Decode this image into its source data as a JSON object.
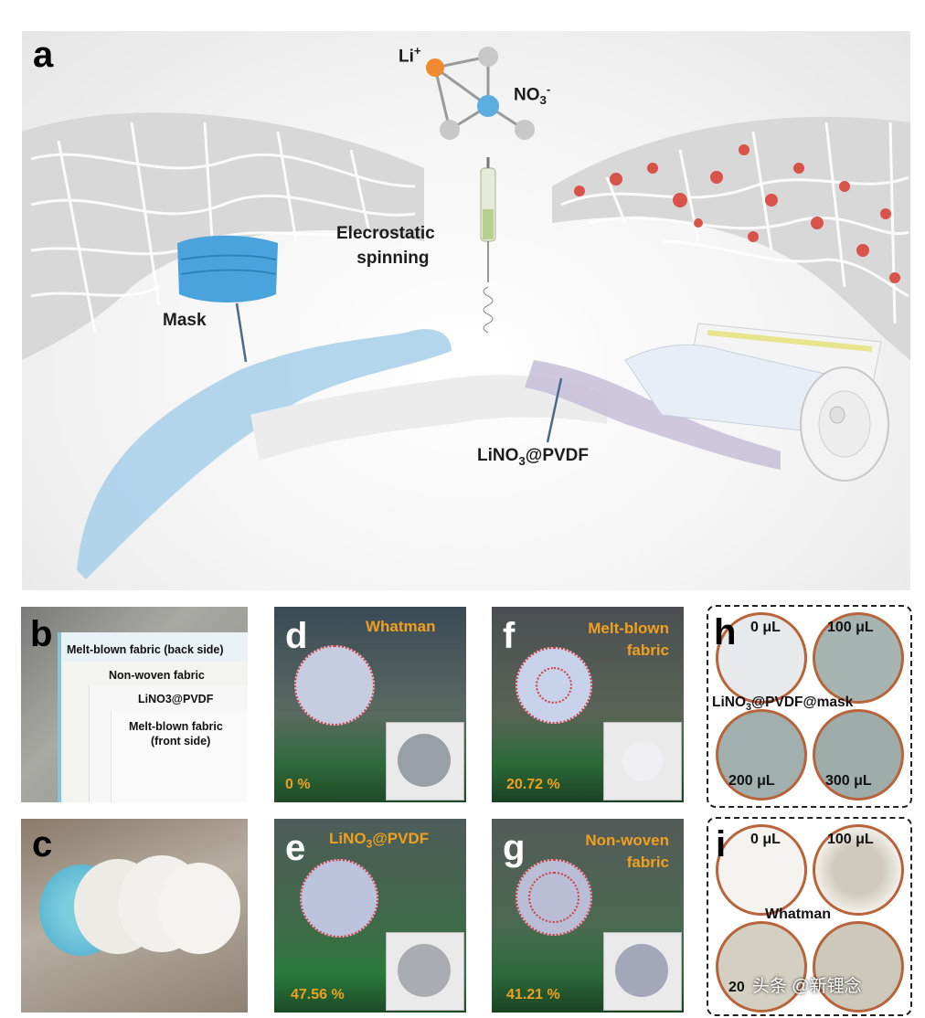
{
  "panel_a": {
    "letter": "a",
    "li_ion": "Li",
    "li_sup": "+",
    "nitrate": "NO",
    "nitrate_sub": "3",
    "nitrate_sup": "-",
    "spinning_line1": "Elecrostatic",
    "spinning_line2": "spinning",
    "mask_label": "Mask",
    "separator_label_pre": "LiNO",
    "separator_label_sub": "3",
    "separator_label_post": "@PVDF"
  },
  "panel_b": {
    "letter": "b",
    "layers": [
      "Melt-blown fabric (back side)",
      "Non-woven fabric",
      "LiNO3@PVDF",
      "Melt-blown fabric",
      "(front side)"
    ]
  },
  "panel_c": {
    "letter": "c"
  },
  "panel_d": {
    "letter": "d",
    "title": "Whatman",
    "percent": "0 %"
  },
  "panel_e": {
    "letter": "e",
    "title_pre": "LiNO",
    "title_sub": "3",
    "title_post": "@PVDF",
    "percent": "47.56 %"
  },
  "panel_f": {
    "letter": "f",
    "title_line1": "Melt-blown",
    "title_line2": "fabric",
    "percent": "20.72 %"
  },
  "panel_g": {
    "letter": "g",
    "title_line1": "Non-woven",
    "title_line2": "fabric",
    "percent": "41.21 %"
  },
  "panel_h": {
    "letter": "h",
    "label_pre": "LiNO",
    "label_sub": "3",
    "label_post": "@PVDF@mask",
    "volumes": [
      "0 μL",
      "100 μL",
      "200 μL",
      "300 μL"
    ]
  },
  "panel_i": {
    "letter": "i",
    "label": "Whatman",
    "volumes": [
      "0 μL",
      "100 μL",
      "20"
    ]
  },
  "watermark": "头条 @新锂念"
}
